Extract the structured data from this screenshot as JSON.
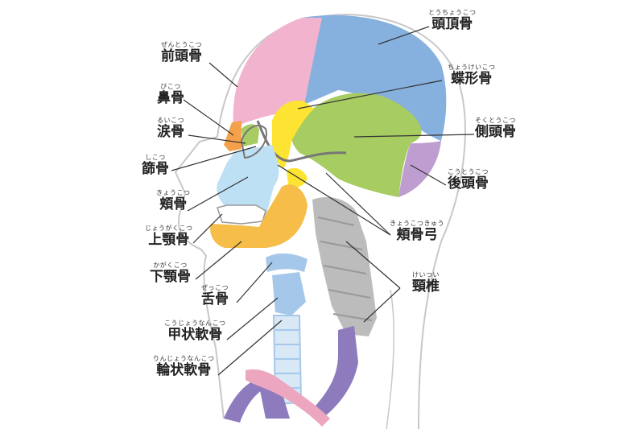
{
  "labels": [
    {
      "id": "parietal",
      "ruby": "とうちょうこつ",
      "name": "頭頂骨"
    },
    {
      "id": "sphenoid",
      "ruby": "ちょうけいこつ",
      "name": "蝶形骨"
    },
    {
      "id": "temporal",
      "ruby": "そくとうこつ",
      "name": "側頭骨"
    },
    {
      "id": "occipital",
      "ruby": "こうとうこつ",
      "name": "後頭骨"
    },
    {
      "id": "zygomatic-arch",
      "ruby": "きょうこつきゅう",
      "name": "頬骨弓"
    },
    {
      "id": "cervical",
      "ruby": "けいつい",
      "name": "頸椎"
    },
    {
      "id": "frontal",
      "ruby": "ぜんとうこつ",
      "name": "前頭骨"
    },
    {
      "id": "nasal",
      "ruby": "びこつ",
      "name": "鼻骨"
    },
    {
      "id": "lacrimal",
      "ruby": "るいこつ",
      "name": "涙骨"
    },
    {
      "id": "ethmoid",
      "ruby": "しこつ",
      "name": "篩骨"
    },
    {
      "id": "zygomatic",
      "ruby": "きょうこつ",
      "name": "頬骨"
    },
    {
      "id": "maxilla",
      "ruby": "じょうがくこつ",
      "name": "上顎骨"
    },
    {
      "id": "mandible",
      "ruby": "かがくこつ",
      "name": "下顎骨"
    },
    {
      "id": "hyoid",
      "ruby": "ぜっこつ",
      "name": "舌骨"
    },
    {
      "id": "thyroid",
      "ruby": "こうじょうなんこつ",
      "name": "甲状軟骨"
    },
    {
      "id": "cricoid",
      "ruby": "りんじょうなんこつ",
      "name": "輪状軟骨"
    }
  ],
  "colors": {
    "frontal": "#f2b3cf",
    "parietal": "#86b0de",
    "sphenoid": "#fde432",
    "temporal": "#a6cc62",
    "occipital": "#be9ed0",
    "nasal": "#f5a04a",
    "lacrimal": "#a6cc62",
    "face": "#bde0f5",
    "mandible": "#f6bd48",
    "cartilage": "#a5c8ea",
    "spine": "#bcbcbc",
    "purple": "#8d7bbd",
    "pink": "#eca6bf",
    "outline": "#c8c8c8",
    "line": "#333333"
  }
}
